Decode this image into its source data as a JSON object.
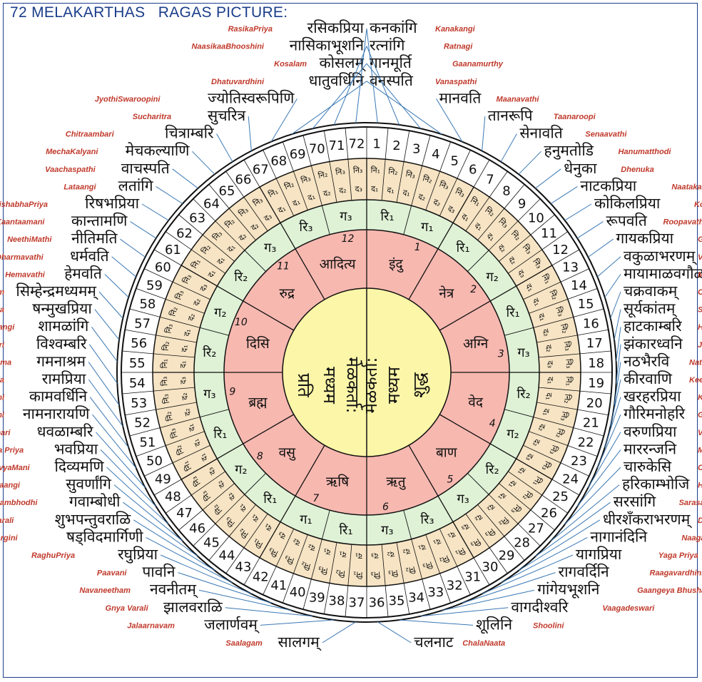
{
  "title": "72 MELAKARTHAS   RAGAS PICTURE:",
  "center": {
    "left_top": "मध्यम",
    "left_mid": "मेळकर्ता:",
    "left_bot": "प्रति",
    "right_top": "मध्यम",
    "right_mid": "मेळकर्ता:",
    "right_bot": "शुद्ध"
  },
  "chakras": [
    {
      "num": "1",
      "name": "इंदु"
    },
    {
      "num": "2",
      "name": "नेत्र"
    },
    {
      "num": "3",
      "name": "अग्नि"
    },
    {
      "num": "4",
      "name": "वेद"
    },
    {
      "num": "5",
      "name": "बाण"
    },
    {
      "num": "6",
      "name": "ऋतु"
    },
    {
      "num": "7",
      "name": "ऋषि"
    },
    {
      "num": "8",
      "name": "वसु"
    },
    {
      "num": "9",
      "name": "ब्रह्म"
    },
    {
      "num": "10",
      "name": "दिसि"
    },
    {
      "num": "11",
      "name": "रुद्र"
    },
    {
      "num": "12",
      "name": "आदित्य"
    }
  ],
  "rg_labels": [
    [
      "रि₁",
      "ग₁"
    ],
    [
      "रि₁",
      "ग₂"
    ],
    [
      "रि₁",
      "ग₃"
    ],
    [
      "रि₂",
      "ग₂"
    ],
    [
      "रि₂",
      "ग₃"
    ],
    [
      "रि₃",
      "ग₃"
    ],
    [
      "रि₁",
      "ग₁"
    ],
    [
      "रि₁",
      "ग₂"
    ],
    [
      "रि₁",
      "ग₃"
    ],
    [
      "रि₂",
      "ग₂"
    ],
    [
      "रि₂",
      "ग₃"
    ],
    [
      "रि₃",
      "ग₃"
    ]
  ],
  "dn_pattern": [
    "द₁ नि₁",
    "द₁ नि₂",
    "द₁ नि₃",
    "द₂ नि₂",
    "द₂ नि₃",
    "द₃ नि₃"
  ],
  "ragas": [
    {
      "n": "1",
      "dev": "कनकांगि",
      "en": "Kanakangi"
    },
    {
      "n": "2",
      "dev": "रत्नांगि",
      "en": "Ratnagi"
    },
    {
      "n": "3",
      "dev": "गानमूर्ति",
      "en": "Gaanamurthy"
    },
    {
      "n": "4",
      "dev": "वनस्पति",
      "en": "Vanaspathi"
    },
    {
      "n": "5",
      "dev": "मानवति",
      "en": "Maanavathi"
    },
    {
      "n": "6",
      "dev": "तानरूपि",
      "en": "Taanaroopi"
    },
    {
      "n": "7",
      "dev": "सेनावति",
      "en": "Senaavathi"
    },
    {
      "n": "8",
      "dev": "हनुमतोडि",
      "en": "Hanumatthodi"
    },
    {
      "n": "9",
      "dev": "धेनुका",
      "en": "Dhenuka"
    },
    {
      "n": "10",
      "dev": "नाटकप्रिया",
      "en": "NaatakaPri"
    },
    {
      "n": "11",
      "dev": "कोकिलप्रिया",
      "en": "KokilaPri"
    },
    {
      "n": "12",
      "dev": "रूपवति",
      "en": "Roopavathi"
    },
    {
      "n": "13",
      "dev": "गायकप्रिया",
      "en": "Gayaka"
    },
    {
      "n": "14",
      "dev": "वकुळाभरणम्",
      "en": "VakulaBharanam"
    },
    {
      "n": "15",
      "dev": "मायामाळवगौळ",
      "en": "MaayaMaalavaGowla"
    },
    {
      "n": "16",
      "dev": "चक्रवाकम्",
      "en": "Chakravaaka"
    },
    {
      "n": "17",
      "dev": "सूर्यकांतम्",
      "en": "Suryakantham"
    },
    {
      "n": "18",
      "dev": "हाटकाम्बरि",
      "en": "Haatakaambari"
    },
    {
      "n": "19",
      "dev": "झंकारध्वनि",
      "en": "JhankaraDhwani"
    },
    {
      "n": "20",
      "dev": "नठभैरवि",
      "en": "Nata"
    },
    {
      "n": "21",
      "dev": "कीरवाणि",
      "en": "Keeravani"
    },
    {
      "n": "22",
      "dev": "खरहरप्रिया",
      "en": "KharaharaPriya"
    },
    {
      "n": "23",
      "dev": "गौरिमनोहरि",
      "en": "Gowri Manohari"
    },
    {
      "n": "24",
      "dev": "वरुणप्रिया",
      "en": "VarunaPriya"
    },
    {
      "n": "25",
      "dev": "माररन्जनि",
      "en": "MaaraRanjani"
    },
    {
      "n": "26",
      "dev": "चारुकेसि",
      "en": "Chaaru Kesi"
    },
    {
      "n": "27",
      "dev": "हरिकाम्भोजि",
      "en": "HariKaambhoji"
    },
    {
      "n": "28",
      "dev": "सरसांगि",
      "en": "Sarasaangi"
    },
    {
      "n": "29",
      "dev": "धीरशँकराभरणम्",
      "en": "Dheera Sankara Bharanam"
    },
    {
      "n": "30",
      "dev": "नागानंदिनि",
      "en": "Naaga Nandini"
    },
    {
      "n": "31",
      "dev": "यागप्रिया",
      "en": "Yaga Priya"
    },
    {
      "n": "32",
      "dev": "रागवर्दिनि",
      "en": "Raagavardhini"
    },
    {
      "n": "33",
      "dev": "गांगेयभूशनि",
      "en": "Gaangeya Bhushani"
    },
    {
      "n": "34",
      "dev": "वागदीश्वरि",
      "en": "Vaagadeswari"
    },
    {
      "n": "35",
      "dev": "शूलिनि",
      "en": "Shoolini"
    },
    {
      "n": "36",
      "dev": "चलनाट",
      "en": "ChalaNaata"
    },
    {
      "n": "37",
      "dev": "सालगम्",
      "en": "Saalagam"
    },
    {
      "n": "38",
      "dev": "जलार्णवम्",
      "en": "Jalaarnavam"
    },
    {
      "n": "39",
      "dev": "झालवराळि",
      "en": "Gnya Varali"
    },
    {
      "n": "40",
      "dev": "नवनीतम्",
      "en": "Navaneetham"
    },
    {
      "n": "41",
      "dev": "पावनि",
      "en": "Paavani"
    },
    {
      "n": "42",
      "dev": "रघुप्रिया",
      "en": "RaghuPriya"
    },
    {
      "n": "43",
      "dev": "षड्विदमार्गिणी",
      "en": "Shadvidha Margini"
    },
    {
      "n": "44",
      "dev": "शुभपन्तुवराळि",
      "en": "SubhaPanthuVarali"
    },
    {
      "n": "45",
      "dev": "गवाम्बोधी",
      "en": "Gavaambhodhi"
    },
    {
      "n": "46",
      "dev": "सुवर्णांगि",
      "en": "Suvaranaangi"
    },
    {
      "n": "47",
      "dev": "दिव्यमणि",
      "en": "DivyaMani"
    },
    {
      "n": "48",
      "dev": "भवप्रिया",
      "en": "Bhava Priya"
    },
    {
      "n": "49",
      "dev": "धवळाम्बरि",
      "en": "Dhavalaambari"
    },
    {
      "n": "50",
      "dev": "नामनारायणि",
      "en": "Nama Narayani"
    },
    {
      "n": "51",
      "dev": "कामवर्धिनि",
      "en": "Kaama vardhini"
    },
    {
      "n": "52",
      "dev": "रामप्रिया",
      "en": "RamaPriya"
    },
    {
      "n": "53",
      "dev": "गमनाश्रम",
      "en": "Gamanashrama"
    },
    {
      "n": "54",
      "dev": "विश्वम्बरि",
      "en": "Viswam bhari"
    },
    {
      "n": "55",
      "dev": "शामळांगि",
      "en": "Shyamalaangi"
    },
    {
      "n": "56",
      "dev": "षन्मुखप्रिया",
      "en": "ShanMukaPriya"
    },
    {
      "n": "57",
      "dev": "सिम्हेन्द्रमध्यमम्",
      "en": "SimhendraMadhyamam"
    },
    {
      "n": "58",
      "dev": "हेमवति",
      "en": "Hemavathi"
    },
    {
      "n": "59",
      "dev": "धर्मवति",
      "en": "Dharmavathi"
    },
    {
      "n": "60",
      "dev": "नीतिमति",
      "en": "NeethiMathi"
    },
    {
      "n": "61",
      "dev": "कान्तामणि",
      "en": "Kaantaamani"
    },
    {
      "n": "62",
      "dev": "रिषभप्रिया",
      "en": "RishabhaPriya"
    },
    {
      "n": "63",
      "dev": "लतांगि",
      "en": "Lataangi"
    },
    {
      "n": "64",
      "dev": "वाचस्पति",
      "en": "Vaachaspathi"
    },
    {
      "n": "65",
      "dev": "मेचकल्याणि",
      "en": "MechaKalyani"
    },
    {
      "n": "66",
      "dev": "चित्राम्बरि",
      "en": "Chitraambari"
    },
    {
      "n": "67",
      "dev": "सुचरित्र",
      "en": "Sucharitra"
    },
    {
      "n": "68",
      "dev": "ज्योतिस्वरूपिणि",
      "en": "JyothiSwaroopini"
    },
    {
      "n": "69",
      "dev": "धातुवर्धिनि",
      "en": "Dhatuvardhini"
    },
    {
      "n": "70",
      "dev": "कोसलम्",
      "en": "Kosalam"
    },
    {
      "n": "71",
      "dev": "नासिकाभूशनि",
      "en": "NaasikaaBhooshini"
    },
    {
      "n": "72",
      "dev": "रसिकप्रिया",
      "en": "RasikaPriya"
    }
  ],
  "colors": {
    "inner_yellow": "#fbf6a8",
    "pink": "#f7b8b0",
    "green": "#dff2d6",
    "tan": "#f6e4c4",
    "line": "#111111",
    "english": "#c0392b",
    "title": "#1a3d8a"
  }
}
